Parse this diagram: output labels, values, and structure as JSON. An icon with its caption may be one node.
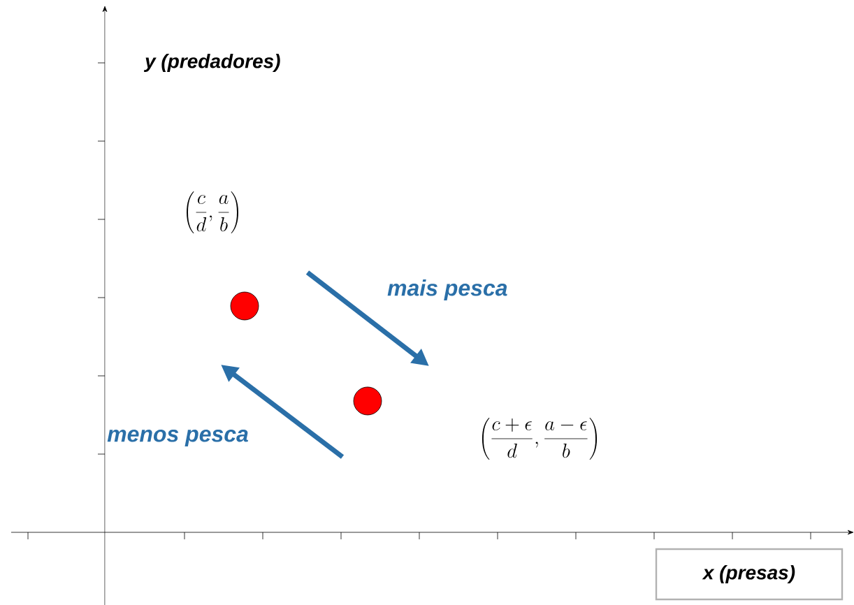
{
  "diagram": {
    "nodes": [
      {
        "text": [
          "x (presas)"
        ]
      },
      {
        "text": [],
        "shape": "circle"
      },
      {
        "text": [],
        "shape": "circle"
      }
    ],
    "edges": [
      {
        "from": 1,
        "to": 2,
        "arrow": "to",
        "label": "mais pesca"
      },
      {
        "from": 2,
        "to": 1,
        "arrow": "to",
        "label": "menos pesca"
      }
    ],
    "labels": [
      "y (predadores)",
      "\\left(\\frac{c}{d},\\frac{a}{b}\\right)",
      "\\left(\\frac{c+\\epsilon}{d},\\frac{a-\\epsilon}{b}\\right)"
    ]
  }
}
